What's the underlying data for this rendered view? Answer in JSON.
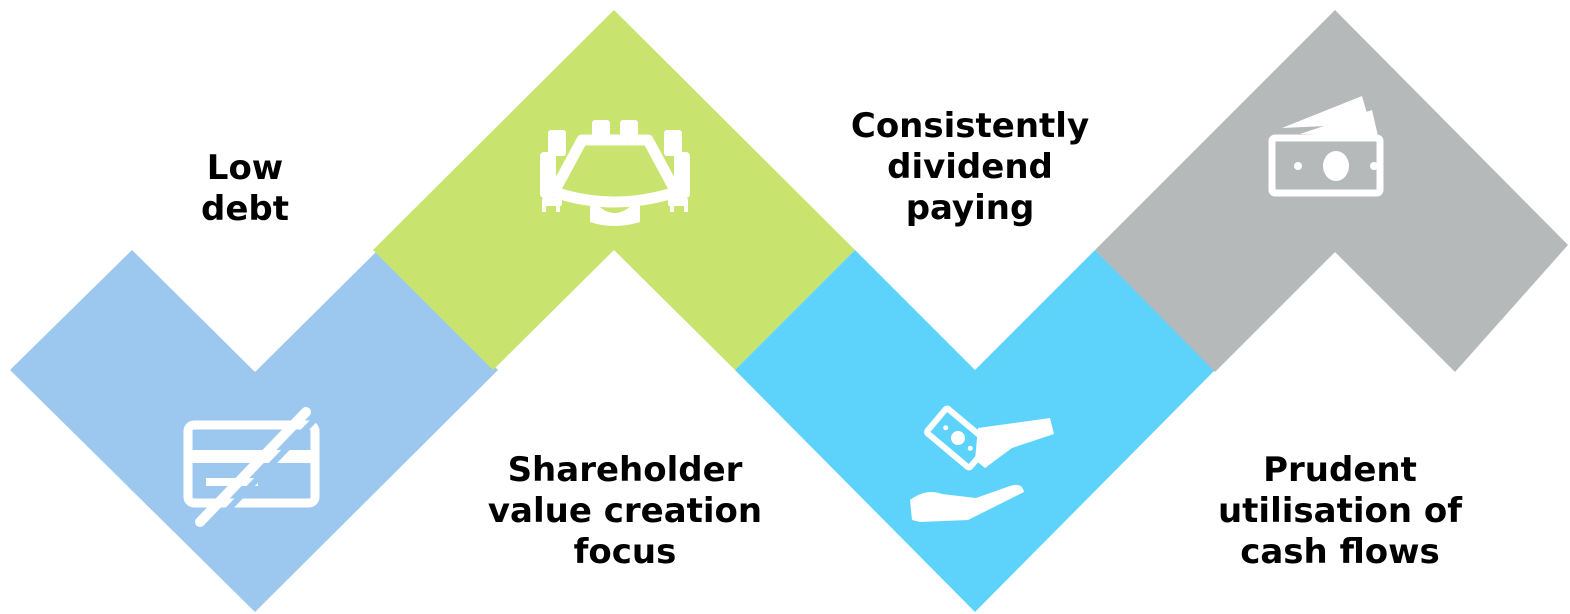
{
  "colors": {
    "low_debt": "#9cc8ef",
    "shareholder_value": "#c8e36e",
    "dividend": "#5dd3fb",
    "cash_flows": "#b5b9b9",
    "icon": "#ffffff",
    "text": "#000000"
  },
  "steps": [
    {
      "lines": [
        "Low",
        "debt"
      ],
      "icon": "no-credit-card-icon"
    },
    {
      "lines": [
        "Shareholder",
        "value creation",
        "focus"
      ],
      "icon": "boardroom-table-icon"
    },
    {
      "lines": [
        "Consistently",
        "dividend",
        "paying"
      ],
      "icon": "hand-receiving-money-icon"
    },
    {
      "lines": [
        "Prudent",
        "utilisation of",
        "cash flows"
      ],
      "icon": "banknotes-icon"
    }
  ]
}
